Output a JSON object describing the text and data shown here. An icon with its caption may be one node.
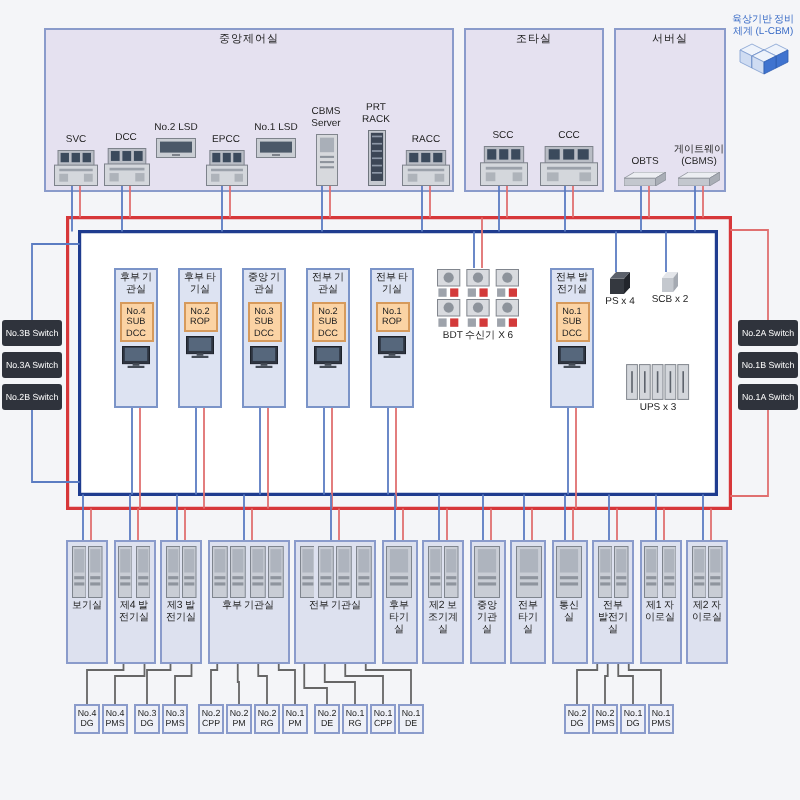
{
  "diagram": {
    "nodes": [
      {
        "text": [
          "중앙제어실"
        ]
      },
      {
        "text": [
          "SVC"
        ],
        "in": 0
      },
      {
        "text": [
          "DCC"
        ],
        "in": 0
      },
      {
        "text": [
          "No.2 LSD"
        ],
        "in": 0
      },
      {
        "text": [
          "EPCC"
        ],
        "in": 0
      },
      {
        "text": [
          "No.1 LSD"
        ],
        "in": 0
      },
      {
        "text": [
          "CBMS Server"
        ],
        "in": 0
      },
      {
        "text": [
          "PRT RACK"
        ],
        "in": 0
      },
      {
        "text": [
          "RACC"
        ],
        "in": 0
      },
      {
        "text": [
          "조타실"
        ]
      },
      {
        "text": [
          "SCC"
        ],
        "in": 9
      },
      {
        "text": [
          "CCC"
        ],
        "in": 9
      },
      {
        "text": [
          "서버실"
        ]
      },
      {
        "text": [
          "OBTS"
        ],
        "in": 12
      },
      {
        "text": [
          "게이트웨이 (CBMS)"
        ],
        "in": 12
      },
      {
        "text": [
          "육상기반 정비체계 (L-CBM)"
        ]
      },
      {
        "text": [],
        "shape": "box"
      },
      {
        "text": [],
        "shape": "box",
        "in": 16
      },
      {
        "text": [
          "No.3B Switch"
        ]
      },
      {
        "text": [
          "No.3A Switch"
        ]
      },
      {
        "text": [
          "No.2B Switch"
        ]
      },
      {
        "text": [
          "후부 기관실",
          "No.4 SUB DCC"
        ],
        "in": 17
      },
      {
        "text": [
          "후부 타기실",
          "No.2 ROP"
        ],
        "in": 17
      },
      {
        "text": [
          "중앙 기관실",
          "No.3 SUB DCC"
        ],
        "in": 17
      },
      {
        "text": [
          "전부 기관실",
          "No.2 SUB DCC"
        ],
        "in": 17
      },
      {
        "text": [
          "전부 타기실",
          "No.1 ROP"
        ],
        "in": 17
      },
      {
        "text": [
          "BDT 수신기 X 6"
        ],
        "in": 17
      },
      {
        "text": [
          "전부 발전기실",
          "No.1 SUB DCC"
        ],
        "in": 17
      },
      {
        "text": [
          "PS x 4"
        ],
        "in": 17
      },
      {
        "text": [
          "SCB x 2"
        ],
        "in": 17
      },
      {
        "text": [
          "UPS x 3"
        ],
        "in": 17
      },
      {
        "text": [
          "No.2A Switch"
        ]
      },
      {
        "text": [
          "No.1B Switch"
        ]
      },
      {
        "text": [
          "No.1A Switch"
        ]
      },
      {
        "text": [
          "보기실"
        ]
      },
      {
        "text": [
          "제4 발전기실"
        ]
      },
      {
        "text": [
          "제3 발전기실"
        ]
      },
      {
        "text": [
          "후부 기관실"
        ]
      },
      {
        "text": [
          "전부 기관실"
        ]
      },
      {
        "text": [
          "후부 타기실"
        ]
      },
      {
        "text": [
          "제2 보조기계실"
        ]
      },
      {
        "text": [
          "중앙 기관실"
        ]
      },
      {
        "text": [
          "전부 타기실"
        ]
      },
      {
        "text": [
          "통신실"
        ]
      },
      {
        "text": [
          "전부 발전기실"
        ]
      },
      {
        "text": [
          "제1 자이로실"
        ]
      },
      {
        "text": [
          "제2 자이로실"
        ]
      },
      {
        "text": [
          "No.4 DG"
        ]
      },
      {
        "text": [
          "No.4 PMS"
        ]
      },
      {
        "text": [
          "No.3 DG"
        ]
      },
      {
        "text": [
          "No.3 PMS"
        ]
      },
      {
        "text": [
          "No.2 CPP"
        ]
      },
      {
        "text": [
          "No.2 PM"
        ]
      },
      {
        "text": [
          "No.2 RG"
        ]
      },
      {
        "text": [
          "No.1 PM"
        ]
      },
      {
        "text": [
          "No.2 DE"
        ]
      },
      {
        "text": [
          "No.1 RG"
        ]
      },
      {
        "text": [
          "No.1 CPP"
        ]
      },
      {
        "text": [
          "No.1 DE"
        ]
      },
      {
        "text": [
          "No.2 DG"
        ]
      },
      {
        "text": [
          "No.2 PMS"
        ]
      },
      {
        "text": [
          "No.1 DG"
        ]
      },
      {
        "text": [
          "No.1 PMS"
        ]
      }
    ],
    "edges": [
      {
        "from": 1,
        "to": 17,
        "arrow": "none"
      },
      {
        "from": 1,
        "to": 16,
        "arrow": "none",
        "color": "#e07070"
      },
      {
        "from": 2,
        "to": 17,
        "arrow": "none"
      },
      {
        "from": 2,
        "to": 16,
        "arrow": "none",
        "color": "#e07070"
      },
      {
        "from": 4,
        "to": 17,
        "arrow": "none"
      },
      {
        "from": 4,
        "to": 16,
        "arrow": "none",
        "color": "#e07070"
      },
      {
        "from": 6,
        "to": 17,
        "arrow": "none"
      },
      {
        "from": 6,
        "to": 16,
        "arrow": "none",
        "color": "#e07070"
      },
      {
        "from": 8,
        "to": 17,
        "arrow": "none"
      },
      {
        "from": 8,
        "to": 16,
        "arrow": "none",
        "color": "#e07070"
      },
      {
        "from": 10,
        "to": 17,
        "arrow": "none"
      },
      {
        "from": 10,
        "to": 16,
        "arrow": "none",
        "color": "#e07070"
      },
      {
        "from": 11,
        "to": 17,
        "arrow": "none"
      },
      {
        "from": 11,
        "to": 16,
        "arrow": "none",
        "color": "#e07070"
      },
      {
        "from": 13,
        "to": 17,
        "arrow": "none"
      },
      {
        "from": 13,
        "to": 16,
        "arrow": "none",
        "color": "#e07070"
      },
      {
        "from": 14,
        "to": 17,
        "arrow": "none"
      },
      {
        "from": 14,
        "to": 16,
        "arrow": "none",
        "color": "#e07070"
      },
      {
        "from": 17,
        "to": 18,
        "arrow": "none"
      },
      {
        "from": 20,
        "to": 17,
        "arrow": "none"
      },
      {
        "from": 21,
        "to": 17,
        "arrow": "none"
      },
      {
        "from": 21,
        "to": 16,
        "arrow": "none",
        "color": "#e07070"
      },
      {
        "from": 22,
        "to": 17,
        "arrow": "none"
      },
      {
        "from": 22,
        "to": 16,
        "arrow": "none",
        "color": "#e07070"
      },
      {
        "from": 23,
        "to": 17,
        "arrow": "none"
      },
      {
        "from": 23,
        "to": 16,
        "arrow": "none",
        "color": "#e07070"
      },
      {
        "from": 24,
        "to": 17,
        "arrow": "none"
      },
      {
        "from": 24,
        "to": 16,
        "arrow": "none",
        "color": "#e07070"
      },
      {
        "from": 25,
        "to": 17,
        "arrow": "none"
      },
      {
        "from": 25,
        "to": 16,
        "arrow": "none",
        "color": "#e07070"
      },
      {
        "from": 26,
        "to": 17,
        "arrow": "none"
      },
      {
        "from": 26,
        "to": 16,
        "arrow": "none",
        "color": "#e07070"
      },
      {
        "from": 27,
        "to": 17,
        "arrow": "none"
      },
      {
        "from": 27,
        "to": 16,
        "arrow": "none",
        "color": "#e07070"
      },
      {
        "from": 28,
        "to": 17,
        "arrow": "none"
      },
      {
        "from": 29,
        "to": 17,
        "arrow": "none"
      },
      {
        "from": 16,
        "to": 31,
        "arrow": "none",
        "color": "#e07070"
      },
      {
        "from": 33,
        "to": 16,
        "arrow": "none",
        "color": "#e07070"
      },
      {
        "from": 34,
        "to": 17,
        "arrow": "none"
      },
      {
        "from": 34,
        "to": 16,
        "arrow": "none",
        "color": "#e07070"
      },
      {
        "from": 35,
        "to": 17,
        "arrow": "none"
      },
      {
        "from": 35,
        "to": 16,
        "arrow": "none",
        "color": "#e07070"
      },
      {
        "from": 36,
        "to": 17,
        "arrow": "none"
      },
      {
        "from": 36,
        "to": 16,
        "arrow": "none",
        "color": "#e07070"
      },
      {
        "from": 37,
        "to": 17,
        "arrow": "none"
      },
      {
        "from": 37,
        "to": 16,
        "arrow": "none",
        "color": "#e07070"
      },
      {
        "from": 38,
        "to": 17,
        "arrow": "none"
      },
      {
        "from": 38,
        "to": 16,
        "arrow": "none",
        "color": "#e07070"
      },
      {
        "from": 39,
        "to": 17,
        "arrow": "none"
      },
      {
        "from": 39,
        "to": 16,
        "arrow": "none",
        "color": "#e07070"
      },
      {
        "from": 40,
        "to": 17,
        "arrow": "none"
      },
      {
        "from": 40,
        "to": 16,
        "arrow": "none",
        "color": "#e07070"
      },
      {
        "from": 41,
        "to": 17,
        "arrow": "none"
      },
      {
        "from": 41,
        "to": 16,
        "arrow": "none",
        "color": "#e07070"
      },
      {
        "from": 42,
        "to": 17,
        "arrow": "none"
      },
      {
        "from": 42,
        "to": 16,
        "arrow": "none",
        "color": "#e07070"
      },
      {
        "from": 43,
        "to": 17,
        "arrow": "none"
      },
      {
        "from": 43,
        "to": 16,
        "arrow": "none",
        "color": "#e07070"
      },
      {
        "from": 44,
        "to": 17,
        "arrow": "none"
      },
      {
        "from": 44,
        "to": 16,
        "arrow": "none",
        "color": "#e07070"
      },
      {
        "from": 45,
        "to": 17,
        "arrow": "none"
      },
      {
        "from": 45,
        "to": 16,
        "arrow": "none",
        "color": "#e07070"
      },
      {
        "from": 46,
        "to": 17,
        "arrow": "none"
      },
      {
        "from": 46,
        "to": 16,
        "arrow": "none",
        "color": "#e07070"
      },
      {
        "from": 35,
        "to": 47,
        "arrow": "none",
        "color": "#666666"
      },
      {
        "from": 35,
        "to": 48,
        "arrow": "none",
        "color": "#666666"
      },
      {
        "from": 36,
        "to": 49,
        "arrow": "none",
        "color": "#666666"
      },
      {
        "from": 36,
        "to": 50,
        "arrow": "none",
        "color": "#666666"
      },
      {
        "from": 37,
        "to": 51,
        "arrow": "none",
        "color": "#666666"
      },
      {
        "from": 37,
        "to": 52,
        "arrow": "none",
        "color": "#666666"
      },
      {
        "from": 37,
        "to": 53,
        "arrow": "none",
        "color": "#666666"
      },
      {
        "from": 37,
        "to": 54,
        "arrow": "none",
        "color": "#666666"
      },
      {
        "from": 38,
        "to": 55,
        "arrow": "none",
        "color": "#666666"
      },
      {
        "from": 38,
        "to": 56,
        "arrow": "none",
        "color": "#666666"
      },
      {
        "from": 38,
        "to": 57,
        "arrow": "none",
        "color": "#666666"
      },
      {
        "from": 38,
        "to": 58,
        "arrow": "none",
        "color": "#666666"
      },
      {
        "from": 44,
        "to": 59,
        "arrow": "none",
        "color": "#666666"
      },
      {
        "from": 44,
        "to": 60,
        "arrow": "none",
        "color": "#666666"
      },
      {
        "from": 44,
        "to": 61,
        "arrow": "none",
        "color": "#666666"
      },
      {
        "from": 44,
        "to": 62,
        "arrow": "none",
        "color": "#666666"
      }
    ]
  }
}
